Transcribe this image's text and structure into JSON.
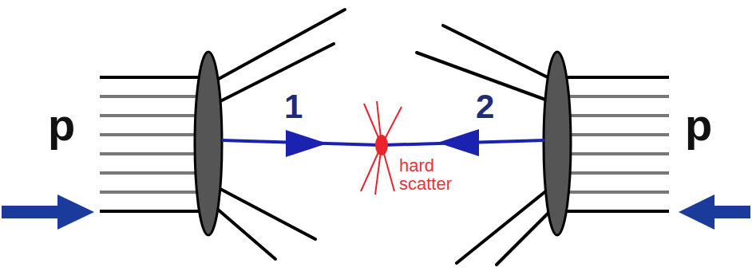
{
  "diagram": {
    "labels": [
      "p",
      "1",
      "hard scatter",
      "2",
      "p"
    ]
  }
}
